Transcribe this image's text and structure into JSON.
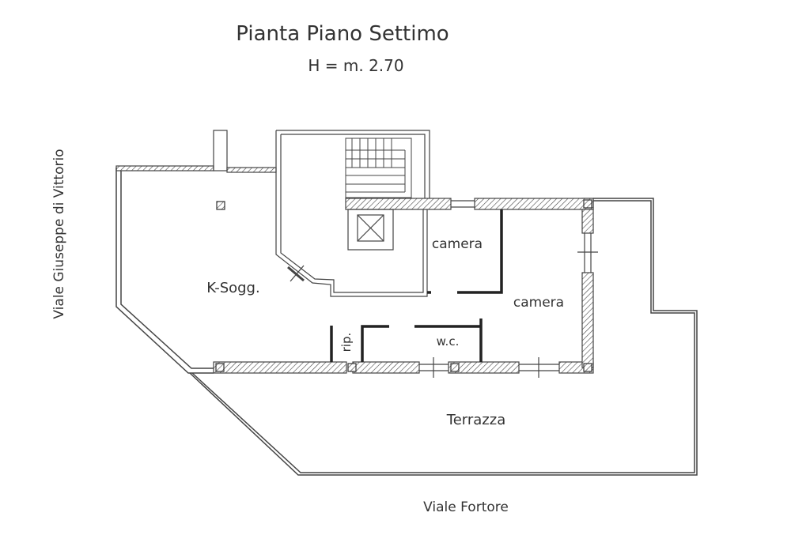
{
  "title": "Pianta Piano Settimo",
  "height_note": "H = m. 2.70",
  "streets": {
    "west": "Viale Giuseppe di Vittorio",
    "south": "Viale Fortore"
  },
  "rooms": {
    "living": "K-Sogg.",
    "bedroom_1": "camera",
    "bedroom_2": "camera",
    "storage": "rip.",
    "bathroom": "w.c.",
    "terrace": "Terrazza"
  },
  "colors": {
    "line": "#333333",
    "background": "#ffffff"
  }
}
